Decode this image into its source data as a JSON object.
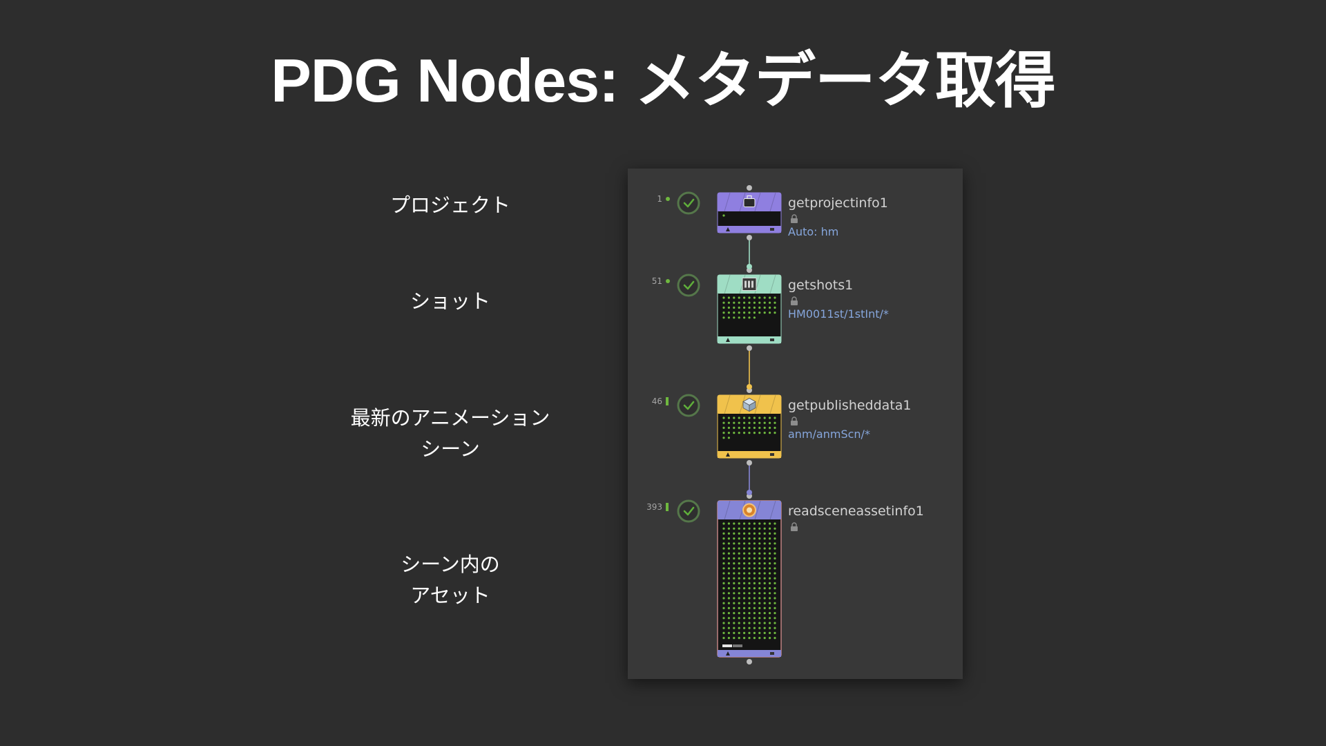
{
  "slide": {
    "title": "PDG Nodes: メタデータ取得",
    "labels": [
      {
        "lines": [
          "プロジェクト"
        ]
      },
      {
        "lines": [
          "ショット"
        ]
      },
      {
        "lines": [
          "最新のアニメーション",
          "シーン"
        ]
      },
      {
        "lines": [
          "シーン内の",
          "アセット"
        ]
      }
    ]
  },
  "colors": {
    "background": "#2d2d2d",
    "network_bg": "#383838",
    "check_green": "#5fae3a",
    "workitem_green": "#6fb83f",
    "param_blue": "#86a6dc"
  },
  "nodes": [
    {
      "name": "getprojectinfo1",
      "param": "Auto: hm",
      "workitem_count": "1",
      "color": "#8f7fe0",
      "icon": "briefcase-icon",
      "status": "cooked",
      "workitems": 1
    },
    {
      "name": "getshots1",
      "param": "HM0011st/1stInt/*",
      "workitem_count": "51",
      "color": "#9fddc4",
      "icon": "film-strip-icon",
      "status": "cooked",
      "workitems": 51
    },
    {
      "name": "getpublisheddata1",
      "param": "anm/anmScn/*",
      "workitem_count": "46",
      "color": "#f0c24c",
      "icon": "package-icon",
      "status": "cooked",
      "workitems": 46
    },
    {
      "name": "readsceneassetinfo1",
      "param": "",
      "workitem_count": "393",
      "color": "#8585d6",
      "icon": "gear-head-icon",
      "status": "cooked",
      "workitems": 393
    }
  ]
}
